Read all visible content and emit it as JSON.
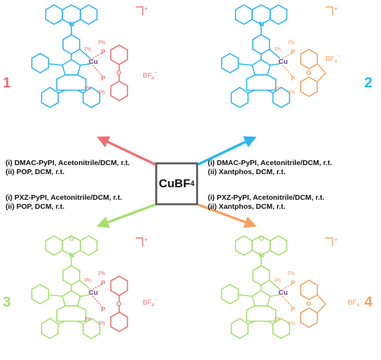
{
  "center": {
    "formula": "CuBF",
    "sub": "4"
  },
  "conditions": {
    "top_left": [
      "(i) DMAC-PyPI, Acetonitrile/DCM, r.t.",
      "(ii) POP,  DCM, r.t."
    ],
    "bottom_left": [
      "(i) PXZ-PyPI, Acetonitrile/DCM, r.t.",
      "(ii) POP,  DCM, r.t."
    ],
    "top_right": [
      "(i) DMAC-PyPI, Acetonitrile/DCM, r.t.",
      "(ii) Xantphos, DCM, r.t."
    ],
    "bottom_right": [
      "(i) PXZ-PyPI, Acetonitrile/DCM, r.t.",
      "(ii) Xantphos, DCM, r.t."
    ]
  },
  "complexes": [
    {
      "number": "1",
      "metal": "Cu",
      "counterion": "BF",
      "counterion_sub": "4",
      "counterion_charge": "−",
      "charge": "+",
      "ligand_color": "#29b6f6",
      "phos_color": "#f07070",
      "number_color": "#f07070"
    },
    {
      "number": "2",
      "metal": "Cu",
      "counterion": "BF",
      "counterion_sub": "4",
      "counterion_charge": "−",
      "charge": "+",
      "ligand_color": "#29b6f6",
      "phos_color": "#f6a15f",
      "number_color": "#29b6f6"
    },
    {
      "number": "3",
      "metal": "Cu",
      "counterion": "BF",
      "counterion_sub": "4",
      "counterion_charge": "−",
      "charge": "+",
      "ligand_color": "#a5df6d",
      "phos_color": "#f07070",
      "number_color": "#a5df6d"
    },
    {
      "number": "4",
      "metal": "Cu",
      "counterion": "BF",
      "counterion_sub": "4",
      "counterion_charge": "−",
      "charge": "+",
      "ligand_color": "#a5df6d",
      "phos_color": "#f6a15f",
      "number_color": "#f6a15f"
    }
  ],
  "atoms": {
    "N": "N",
    "O": "O",
    "P": "P",
    "Ph": "Ph"
  },
  "arrow_colors": {
    "to_1": "#f07070",
    "to_2": "#29b6f6",
    "to_3": "#a5df6d",
    "to_4": "#f6a15f"
  }
}
